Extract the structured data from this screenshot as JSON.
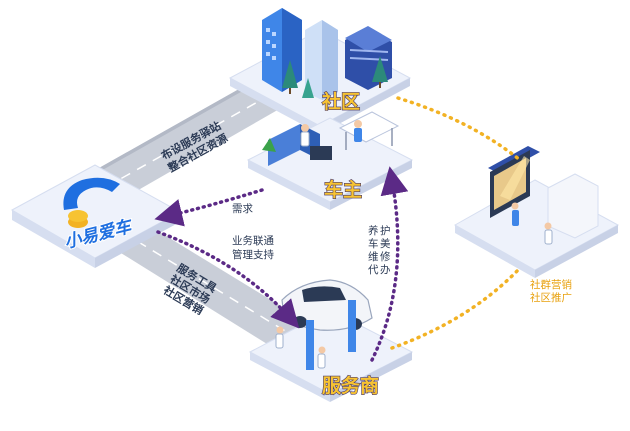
{
  "colors": {
    "platform": "#eef2fb",
    "platform_shadow": "#d6def0",
    "road": "#c9ced8",
    "road_edge": "#b3b9c6",
    "purple_flow": "#5b2a86",
    "orange_flow": "#f2b224",
    "title_fill": "#f7c332",
    "brand_blue": "#1f6fe0",
    "ad_text": "#e8a10e"
  },
  "nodes": {
    "community": {
      "title": "社区"
    },
    "car_owner": {
      "title": "车主"
    },
    "service_provider": {
      "title": "服务商"
    },
    "brand": {
      "title": "小易爱车"
    }
  },
  "labels": {
    "road_top": [
      "布设服务驿站",
      "整合社区资源"
    ],
    "road_bottom": [
      "服务工具",
      "社区市场",
      "社区营销"
    ],
    "demand": "需求",
    "business_link": [
      "业务联通",
      "管理支持"
    ],
    "maintenance": [
      "养",
      "护",
      "车",
      "美",
      "维",
      "修",
      "代",
      "办"
    ],
    "marketing": [
      "社群营销",
      "社区推广"
    ]
  },
  "icons": [
    "building-icon",
    "tree-icon",
    "car-icon",
    "billboard-icon",
    "person-icon",
    "desk-icon"
  ]
}
